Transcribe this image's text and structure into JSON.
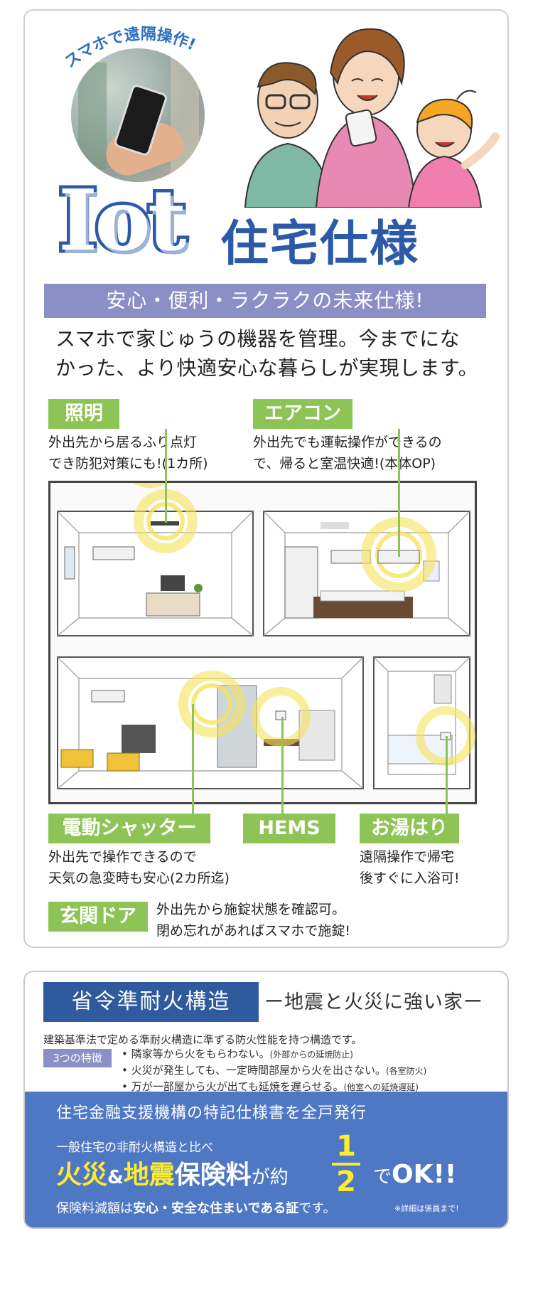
{
  "hero": {
    "arc_text": "スマホで遠隔操作!",
    "title_big": "Iot",
    "title_sub": "住宅仕様",
    "tagline": "安心・便利・ラクラクの未来仕様!",
    "lead_line1": "スマホで家じゅうの機器を管理。今までにな",
    "lead_line2": "かった、より快適安心な暮らしが実現します。"
  },
  "features": {
    "lighting": {
      "tag": "照明",
      "desc1": "外出先から居るふり点灯",
      "desc2": "でき防犯対策にも!(1カ所)"
    },
    "aircon": {
      "tag": "エアコン",
      "desc1": "外出先でも運転操作ができるの",
      "desc2": "で、帰ると室温快適!(本体OP)"
    },
    "shutter": {
      "tag": "電動シャッター",
      "desc1": "外出先で操作できるので",
      "desc2": "天気の急変時も安心(2カ所迄)"
    },
    "hems": {
      "tag": "HEMS"
    },
    "bath": {
      "tag": "お湯はり",
      "desc1": "遠隔操作で帰宅",
      "desc2": "後すぐに入浴可!"
    },
    "door": {
      "tag": "玄関ドア",
      "desc1": "外出先から施錠状態を確認可。",
      "desc2": "閉め忘れがあればスマホで施錠!"
    }
  },
  "fire": {
    "title": "省令準耐火構造",
    "subtitle": "ー地震と火災に強い家ー",
    "desc": "建築基準法で定める準耐火構造に準ずる防火性能を持つ構造です。",
    "badge": "3つの特徴",
    "items": [
      {
        "text": "• 隣家等から火をもらわない。",
        "note": "(外部からの延焼防止)"
      },
      {
        "text": "• 火災が発生しても、一定時間部屋から火を出さない。",
        "note": "(各室防火)"
      },
      {
        "text": "• 万が一部屋から火が出ても延焼を遅らせる。",
        "note": "(他室への延焼遅延)"
      }
    ]
  },
  "insurance": {
    "line1": "住宅金融支援機構の特記仕様書を全戸発行",
    "line2": "一般住宅の非耐火構造と比べ",
    "fire": "火災",
    "amp": "&",
    "quake": "地震",
    "premium": "保険料",
    "ga": "が約",
    "num": "1",
    "den": "2",
    "de": "で",
    "ok": "OK!!",
    "line3_a": "保険料減額は",
    "line3_b": "安心・安全な住まいである証",
    "line3_c": "です。",
    "note": "※詳細は係員まで!"
  }
}
